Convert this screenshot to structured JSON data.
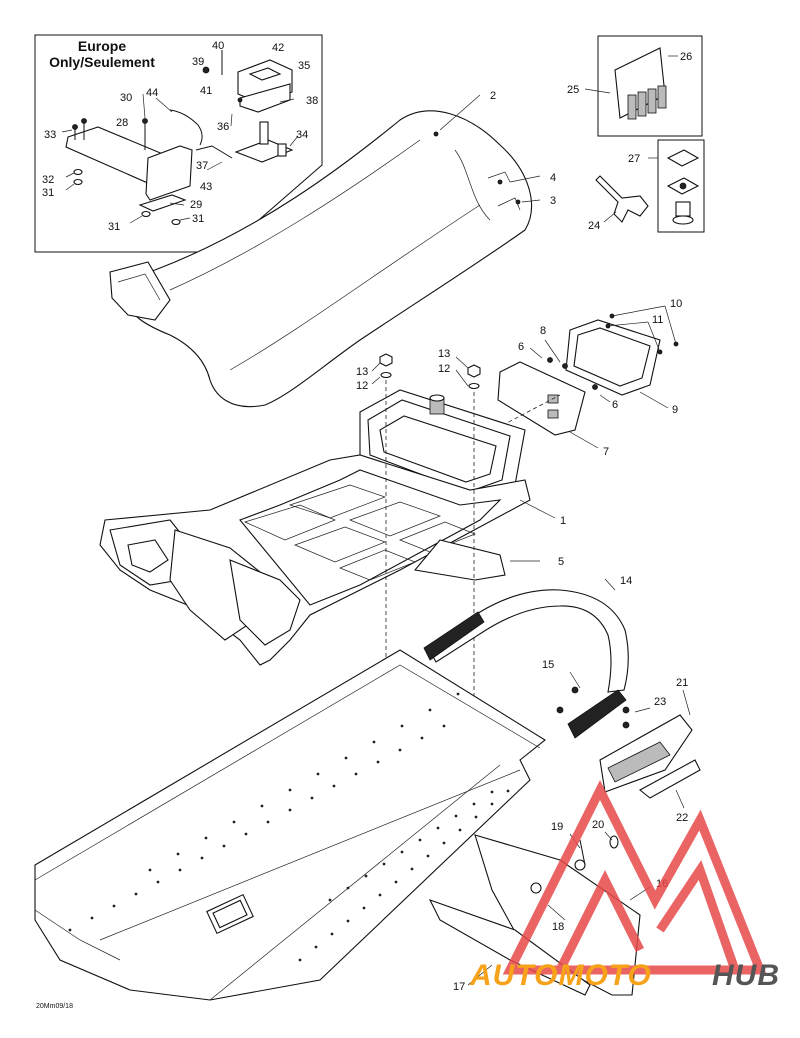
{
  "inset": {
    "title_line1": "Europe",
    "title_line2": "Only/Seulement"
  },
  "callouts": [
    {
      "id": "c40",
      "label": "40"
    },
    {
      "id": "c42",
      "label": "42"
    },
    {
      "id": "c39",
      "label": "39"
    },
    {
      "id": "c35",
      "label": "35"
    },
    {
      "id": "c30",
      "label": "30"
    },
    {
      "id": "c44",
      "label": "44"
    },
    {
      "id": "c41",
      "label": "41"
    },
    {
      "id": "c38",
      "label": "38"
    },
    {
      "id": "c28",
      "label": "28"
    },
    {
      "id": "c36",
      "label": "36"
    },
    {
      "id": "c33",
      "label": "33"
    },
    {
      "id": "c34",
      "label": "34"
    },
    {
      "id": "c37",
      "label": "37"
    },
    {
      "id": "c32",
      "label": "32"
    },
    {
      "id": "c43",
      "label": "43"
    },
    {
      "id": "c31a",
      "label": "31"
    },
    {
      "id": "c29",
      "label": "29"
    },
    {
      "id": "c31b",
      "label": "31"
    },
    {
      "id": "c31c",
      "label": "31"
    },
    {
      "id": "c26",
      "label": "26"
    },
    {
      "id": "c25",
      "label": "25"
    },
    {
      "id": "c2",
      "label": "2"
    },
    {
      "id": "c27",
      "label": "27"
    },
    {
      "id": "c4",
      "label": "4"
    },
    {
      "id": "c3",
      "label": "3"
    },
    {
      "id": "c24",
      "label": "24"
    },
    {
      "id": "c10",
      "label": "10"
    },
    {
      "id": "c11",
      "label": "11"
    },
    {
      "id": "c8",
      "label": "8"
    },
    {
      "id": "c6a",
      "label": "6"
    },
    {
      "id": "c13a",
      "label": "13"
    },
    {
      "id": "c13b",
      "label": "13"
    },
    {
      "id": "c12a",
      "label": "12"
    },
    {
      "id": "c12b",
      "label": "12"
    },
    {
      "id": "c9",
      "label": "9"
    },
    {
      "id": "c6b",
      "label": "6"
    },
    {
      "id": "c7",
      "label": "7"
    },
    {
      "id": "c1",
      "label": "1"
    },
    {
      "id": "c5",
      "label": "5"
    },
    {
      "id": "c14",
      "label": "14"
    },
    {
      "id": "c15",
      "label": "15"
    },
    {
      "id": "c21",
      "label": "21"
    },
    {
      "id": "c23",
      "label": "23"
    },
    {
      "id": "c22",
      "label": "22"
    },
    {
      "id": "c19",
      "label": "19"
    },
    {
      "id": "c20",
      "label": "20"
    },
    {
      "id": "c16",
      "label": "16"
    },
    {
      "id": "c18",
      "label": "18"
    },
    {
      "id": "c17",
      "label": "17"
    }
  ],
  "drawing_code": "20Mm09/18",
  "watermark": {
    "part1": "AUTOMOTO",
    "part2": "HUB",
    "color_primary": "#f7a21b",
    "color_secondary": "#555555",
    "logo_color": "#e8494a"
  }
}
